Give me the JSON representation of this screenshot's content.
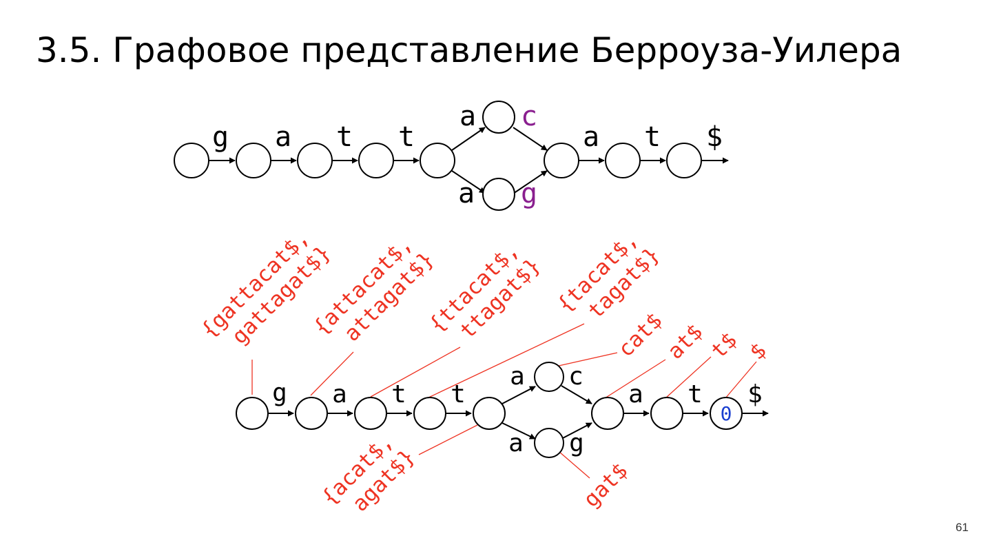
{
  "slide": {
    "title": "3.5. Графовое представление Берроуза-Уилера",
    "page_number": "61"
  },
  "colors": {
    "ink": "#000000",
    "highlight": "#8a1f8f",
    "annotation": "#ee3322",
    "index": "#1a3fd0"
  },
  "top_graph": {
    "main_edge_labels": [
      "g",
      "a",
      "t",
      "t"
    ],
    "branch_upper": {
      "edge_label": "a",
      "node_label": "c"
    },
    "branch_lower": {
      "edge_label": "a",
      "node_label": "g"
    },
    "tail_edge_labels": [
      "a",
      "t",
      "$"
    ]
  },
  "bottom_graph": {
    "main_edge_labels": [
      "g",
      "a",
      "t",
      "t"
    ],
    "branch_upper": {
      "edge_label": "a",
      "node_label": "c"
    },
    "branch_lower": {
      "edge_label": "a",
      "node_label": "g"
    },
    "tail_edge_labels": [
      "a",
      "t",
      "$"
    ],
    "end_node_label": "0",
    "annotations": [
      {
        "line1": "{gattacat$,",
        "line2": "gattagat$}"
      },
      {
        "line1": "{attacat$,",
        "line2": "attagat$}"
      },
      {
        "line1": "{ttacat$,",
        "line2": "ttagat$}"
      },
      {
        "line1": "{tacat$,",
        "line2": "tagat$}"
      },
      {
        "line1": "cat$"
      },
      {
        "line1": "at$"
      },
      {
        "line1": "t$"
      },
      {
        "line1": "$"
      },
      {
        "line1": "{acat$,",
        "line2": "agat$}"
      },
      {
        "line1": "gat$"
      }
    ]
  }
}
